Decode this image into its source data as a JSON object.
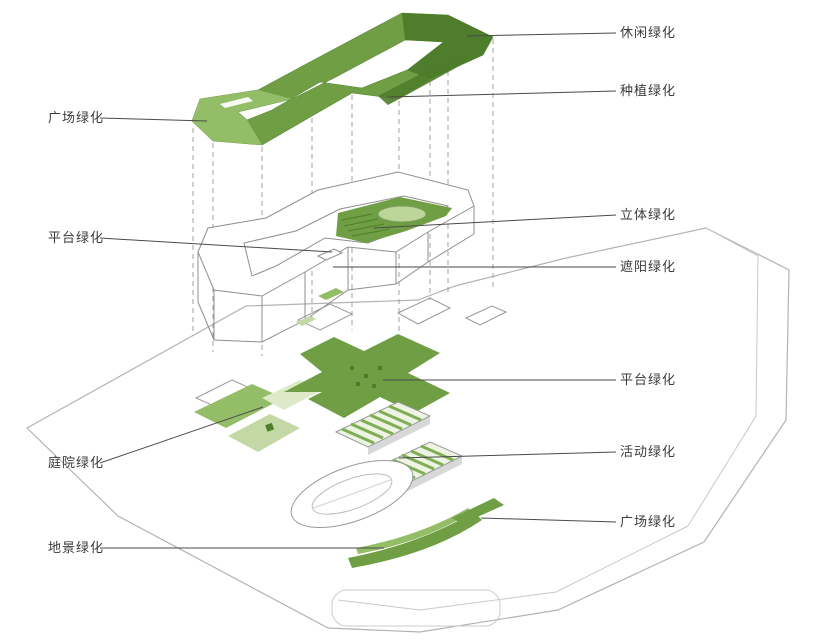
{
  "labels": [
    {
      "id": "leisure-greening",
      "text": "休闲绿化"
    },
    {
      "id": "planting-greening",
      "text": "种植绿化"
    },
    {
      "id": "plaza-greening-left",
      "text": "广场绿化"
    },
    {
      "id": "vertical-greening",
      "text": "立体绿化"
    },
    {
      "id": "platform-greening-left",
      "text": "平台绿化"
    },
    {
      "id": "shading-greening",
      "text": "遮阳绿化"
    },
    {
      "id": "platform-greening-right",
      "text": "平台绿化"
    },
    {
      "id": "activity-greening",
      "text": "活动绿化"
    },
    {
      "id": "courtyard-greening",
      "text": "庭院绿化"
    },
    {
      "id": "plaza-greening-right",
      "text": "广场绿化"
    },
    {
      "id": "landscape-greening",
      "text": "地景绿化"
    }
  ],
  "colors": {
    "green_dark": "#4e7d2b",
    "green_mid": "#6f9e44",
    "green_light": "#94bd68",
    "green_pale": "#c3d8a4",
    "green_very_pale": "#dde9c9",
    "line_gray": "#9a9a9a",
    "line_light": "#c4c4c4",
    "leader": "#4a4a4a",
    "label_text": "#3a3a3a"
  }
}
